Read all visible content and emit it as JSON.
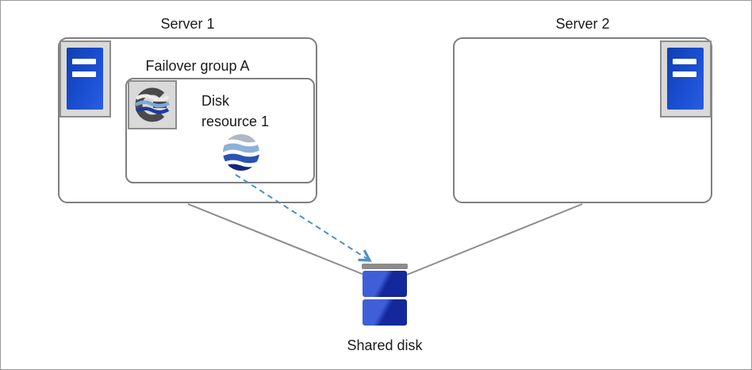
{
  "diagram": {
    "server1": {
      "label": "Server 1"
    },
    "server2": {
      "label": "Server 2"
    },
    "failover_group": {
      "label": "Failover group A"
    },
    "disk_resource": {
      "label": "Disk resource 1"
    },
    "shared_disk": {
      "label": "Shared disk"
    }
  },
  "colors": {
    "box_border": "#7f7f7f",
    "icon_plate_bg": "#d9d9d9",
    "icon_plate_border": "#8c8c8c",
    "server_blue": "#1c50d4",
    "connector_gray": "#8c8c8c",
    "arrow_blue": "#4e90c6",
    "disk_blue_light": "#3f5fd8",
    "disk_blue_dark": "#13289b"
  }
}
